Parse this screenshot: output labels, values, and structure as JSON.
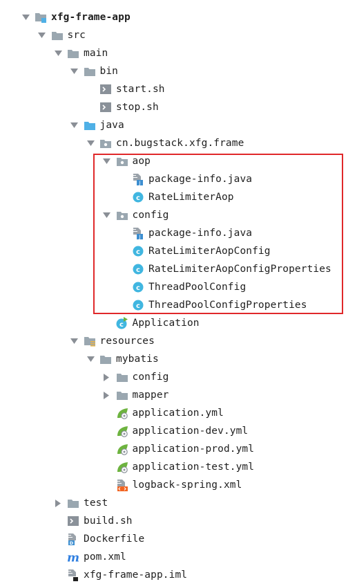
{
  "tree": [
    {
      "label": "xfg-frame-app",
      "depth": 0,
      "arrow": "open",
      "icon": "module-folder-icon",
      "bold": true
    },
    {
      "label": "src",
      "depth": 1,
      "arrow": "open",
      "icon": "folder-icon"
    },
    {
      "label": "main",
      "depth": 2,
      "arrow": "open",
      "icon": "folder-icon"
    },
    {
      "label": "bin",
      "depth": 3,
      "arrow": "open",
      "icon": "folder-icon"
    },
    {
      "label": "start.sh",
      "depth": 4,
      "arrow": "none",
      "icon": "shell-script-icon"
    },
    {
      "label": "stop.sh",
      "depth": 4,
      "arrow": "none",
      "icon": "shell-script-icon"
    },
    {
      "label": "java",
      "depth": 3,
      "arrow": "open",
      "icon": "source-folder-icon"
    },
    {
      "label": "cn.bugstack.xfg.frame",
      "depth": 4,
      "arrow": "open",
      "icon": "package-icon"
    },
    {
      "label": "aop",
      "depth": 5,
      "arrow": "open",
      "icon": "package-icon"
    },
    {
      "label": "package-info.java",
      "depth": 6,
      "arrow": "none",
      "icon": "java-file-icon"
    },
    {
      "label": "RateLimiterAop",
      "depth": 6,
      "arrow": "none",
      "icon": "class-icon"
    },
    {
      "label": "config",
      "depth": 5,
      "arrow": "open",
      "icon": "package-icon"
    },
    {
      "label": "package-info.java",
      "depth": 6,
      "arrow": "none",
      "icon": "java-file-icon"
    },
    {
      "label": "RateLimiterAopConfig",
      "depth": 6,
      "arrow": "none",
      "icon": "class-icon"
    },
    {
      "label": "RateLimiterAopConfigProperties",
      "depth": 6,
      "arrow": "none",
      "icon": "class-icon"
    },
    {
      "label": "ThreadPoolConfig",
      "depth": 6,
      "arrow": "none",
      "icon": "class-icon"
    },
    {
      "label": "ThreadPoolConfigProperties",
      "depth": 6,
      "arrow": "none",
      "icon": "class-icon"
    },
    {
      "label": "Application",
      "depth": 5,
      "arrow": "none",
      "icon": "spring-boot-class-icon"
    },
    {
      "label": "resources",
      "depth": 3,
      "arrow": "open",
      "icon": "resources-folder-icon"
    },
    {
      "label": "mybatis",
      "depth": 4,
      "arrow": "open",
      "icon": "folder-icon"
    },
    {
      "label": "config",
      "depth": 5,
      "arrow": "closed",
      "icon": "folder-icon"
    },
    {
      "label": "mapper",
      "depth": 5,
      "arrow": "closed",
      "icon": "folder-icon"
    },
    {
      "label": "application.yml",
      "depth": 5,
      "arrow": "none",
      "icon": "spring-yaml-icon"
    },
    {
      "label": "application-dev.yml",
      "depth": 5,
      "arrow": "none",
      "icon": "spring-yaml-icon"
    },
    {
      "label": "application-prod.yml",
      "depth": 5,
      "arrow": "none",
      "icon": "spring-yaml-icon"
    },
    {
      "label": "application-test.yml",
      "depth": 5,
      "arrow": "none",
      "icon": "spring-yaml-icon"
    },
    {
      "label": "logback-spring.xml",
      "depth": 5,
      "arrow": "none",
      "icon": "xml-file-icon"
    },
    {
      "label": "test",
      "depth": 2,
      "arrow": "closed",
      "icon": "folder-icon"
    },
    {
      "label": "build.sh",
      "depth": 2,
      "arrow": "none",
      "icon": "shell-script-icon"
    },
    {
      "label": "Dockerfile",
      "depth": 2,
      "arrow": "none",
      "icon": "docker-file-icon"
    },
    {
      "label": "pom.xml",
      "depth": 2,
      "arrow": "none",
      "icon": "maven-pom-icon"
    },
    {
      "label": "xfg-frame-app.iml",
      "depth": 2,
      "arrow": "none",
      "icon": "iml-file-icon"
    }
  ],
  "colors": {
    "highlight_border": "#e0282a",
    "folder": "#9aa7b0",
    "source_folder": "#4fb0e6",
    "class_icon": "#40b6e0",
    "shell_icon": "#8a9199",
    "xml_icon": "#f26522",
    "maven_icon": "#2f7fe0",
    "spring_green": "#6db33f"
  }
}
